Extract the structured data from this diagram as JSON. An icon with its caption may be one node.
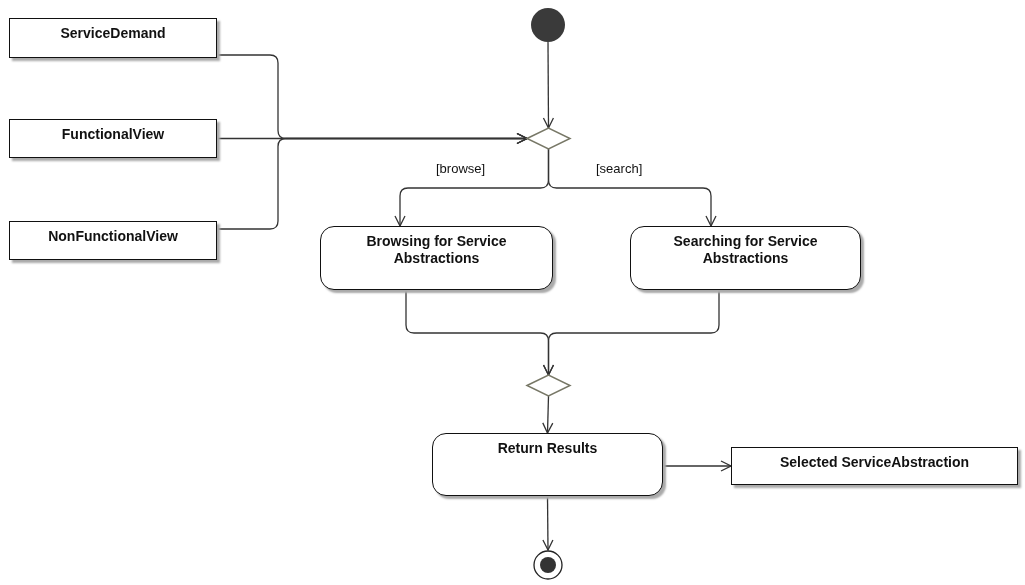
{
  "diagram": {
    "nodes": [
      {
        "text": [
          "ServiceDemand"
        ]
      },
      {
        "text": [
          "FunctionalView"
        ]
      },
      {
        "text": [
          "NonFunctionalView"
        ]
      },
      {
        "text": [],
        "shape": "circle"
      },
      {
        "text": [],
        "shape": "diamond"
      },
      {
        "text": [
          "Browsing for Service Abstractions"
        ]
      },
      {
        "text": [
          "Searching for Service Abstractions"
        ]
      },
      {
        "text": [],
        "shape": "diamond"
      },
      {
        "text": [
          "Return Results"
        ]
      },
      {
        "text": [
          "Selected ServiceAbstraction"
        ]
      },
      {
        "text": [],
        "shape": "bullseye"
      }
    ],
    "edges": [
      {
        "from": 0,
        "to": 4,
        "arrow": "to"
      },
      {
        "from": 1,
        "to": 4,
        "arrow": "to"
      },
      {
        "from": 2,
        "to": 4,
        "arrow": "to"
      },
      {
        "from": 3,
        "to": 4,
        "arrow": "to"
      },
      {
        "from": 4,
        "to": 5,
        "arrow": "to",
        "label": "[browse]"
      },
      {
        "from": 4,
        "to": 6,
        "arrow": "to",
        "label": "[search]"
      },
      {
        "from": 5,
        "to": 7,
        "arrow": "to"
      },
      {
        "from": 6,
        "to": 7,
        "arrow": "to"
      },
      {
        "from": 7,
        "to": 8,
        "arrow": "to"
      },
      {
        "from": 8,
        "to": 9,
        "arrow": "to"
      },
      {
        "from": 8,
        "to": 10,
        "arrow": "to"
      }
    ]
  }
}
